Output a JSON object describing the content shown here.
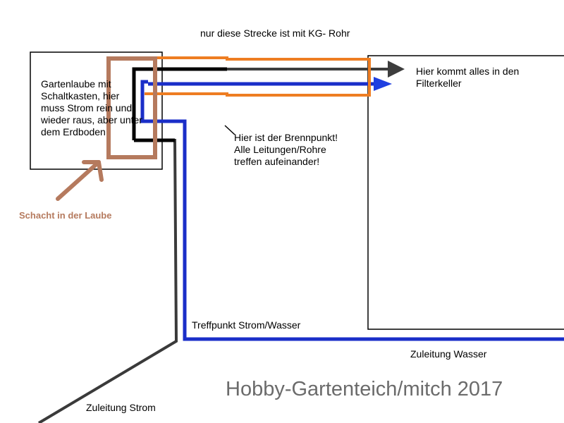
{
  "labels": {
    "kg_rohr": "nur diese Strecke ist mit KG- Rohr",
    "gartenlaube": "Gartenlaube mit\nSchaltkasten, hier\nmuss Strom rein und\nwieder raus, aber unter\ndem Erdboden",
    "filterkeller": "Hier kommt alles in den\nFilterkeller",
    "brennpunkt": "Hier ist der Brennpunkt!\nAlle Leitungen/Rohre\ntreffen aufeinander!",
    "schacht": "Schacht in der Laube",
    "treffpunkt": "Treffpunkt Strom/Wasser",
    "zuleitung_wasser": "Zuleitung Wasser",
    "zuleitung_strom": "Zuleitung Strom",
    "watermark": "Hobby-Gartenteich/mitch 2017"
  },
  "colors": {
    "black_line": "#000000",
    "power_line": "#3a3a3a",
    "water_line": "#1a2ec8",
    "kg_pipe": "#ee7d22",
    "schacht": "#b57a5e",
    "arrow_gray": "#3d3d3d",
    "arrow_blue": "#1f3fe0"
  }
}
